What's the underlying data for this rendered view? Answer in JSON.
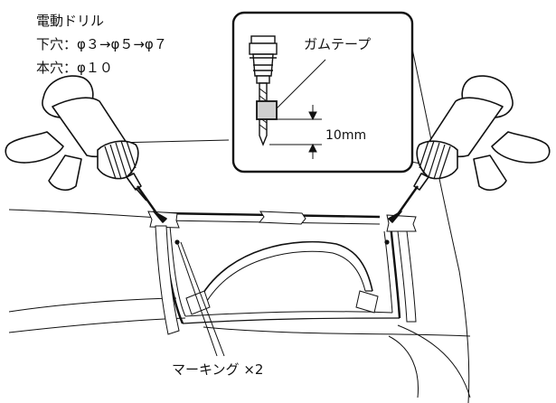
{
  "labels": {
    "drill_title": "電動ドリル",
    "pilot_hole": "下穴：φ３→φ５→φ７",
    "main_hole": "本穴：φ１０",
    "tape": "ガムテープ",
    "dimension": "10mm",
    "marking": "マーキング ×2"
  },
  "colors": {
    "line": "#111111",
    "background": "#ffffff",
    "tape_fill": "#cfcfcf"
  },
  "icons": [
    "electric-drill-icon",
    "drill-bit-icon"
  ]
}
